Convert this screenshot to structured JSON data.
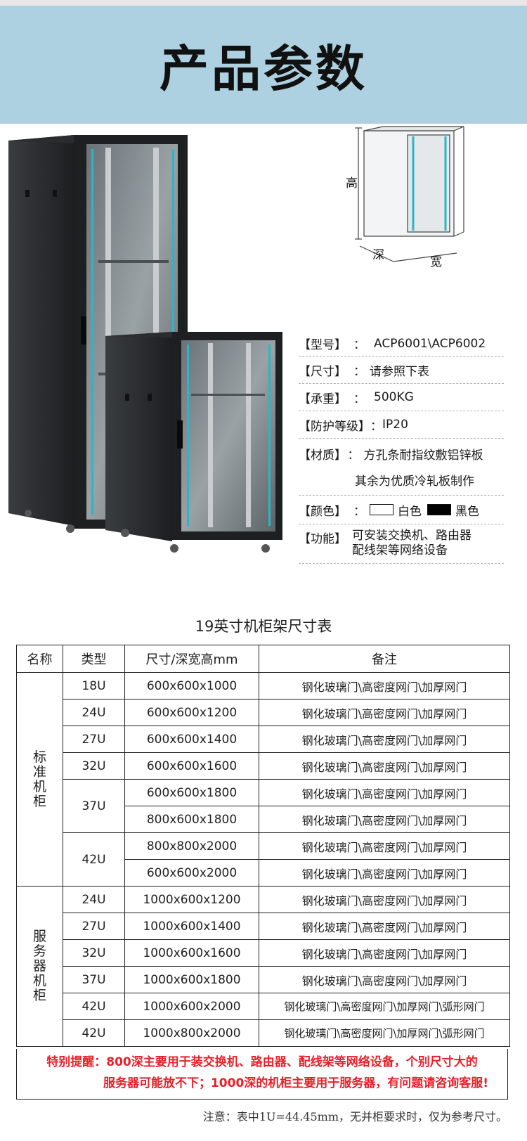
{
  "header": {
    "title": "产品参数"
  },
  "diagram": {
    "height_label": "高",
    "depth_label": "深",
    "width_label": "宽"
  },
  "specs": [
    {
      "key": "【型号】",
      "sep": "：",
      "value": "ACP6001\\ACP6002"
    },
    {
      "key": "【尺寸】",
      "sep": "：",
      "value": "请参照下表"
    },
    {
      "key": "【承重】",
      "sep": "：",
      "value": "500KG"
    },
    {
      "key": "【防护等级】",
      "sep": "：",
      "value": "IP20"
    },
    {
      "key": "【材质】",
      "sep": "：",
      "value": "方孔条耐指纹敷铝锌板",
      "value2": "其余为优质冷轧板制作"
    },
    {
      "key": "【颜色】",
      "sep": "：",
      "white": "白色",
      "black": "黑色"
    },
    {
      "key": "【功能】",
      "value": "可安装交换机、路由器",
      "value2": "配线架等网络设备"
    }
  ],
  "table": {
    "title": "19英寸机柜架尺寸表",
    "headers": [
      "名称",
      "类型",
      "尺寸/深宽高mm",
      "备注"
    ],
    "groups": [
      {
        "name": [
          "标",
          "准",
          "机",
          "柜"
        ],
        "types": [
          {
            "type": "18U",
            "rows": [
              {
                "size": "600x600x1000",
                "note": "钢化玻璃门\\高密度网门\\加厚网门"
              }
            ]
          },
          {
            "type": "24U",
            "rows": [
              {
                "size": "600x600x1200",
                "note": "钢化玻璃门\\高密度网门\\加厚网门"
              }
            ]
          },
          {
            "type": "27U",
            "rows": [
              {
                "size": "600x600x1400",
                "note": "钢化玻璃门\\高密度网门\\加厚网门"
              }
            ]
          },
          {
            "type": "32U",
            "rows": [
              {
                "size": "600x600x1600",
                "note": "钢化玻璃门\\高密度网门\\加厚网门"
              }
            ]
          },
          {
            "type": "37U",
            "rows": [
              {
                "size": "600x600x1800",
                "note": "钢化玻璃门\\高密度网门\\加厚网门"
              },
              {
                "size": "800x600x1800",
                "note": "钢化玻璃门\\高密度网门\\加厚网门"
              }
            ]
          },
          {
            "type": "42U",
            "rows": [
              {
                "size": "800x800x2000",
                "note": "钢化玻璃门\\高密度网门\\加厚网门"
              },
              {
                "size": "600x600x2000",
                "note": "钢化玻璃门\\高密度网门\\加厚网门"
              }
            ]
          }
        ]
      },
      {
        "name": [
          "服",
          "务",
          "器",
          "机",
          "柜"
        ],
        "types": [
          {
            "type": "24U",
            "rows": [
              {
                "size": "1000x600x1200",
                "note": "钢化玻璃门\\高密度网门\\加厚网门"
              }
            ]
          },
          {
            "type": "27U",
            "rows": [
              {
                "size": "1000x600x1400",
                "note": "钢化玻璃门\\高密度网门\\加厚网门"
              }
            ]
          },
          {
            "type": "32U",
            "rows": [
              {
                "size": "1000x600x1600",
                "note": "钢化玻璃门\\高密度网门\\加厚网门"
              }
            ]
          },
          {
            "type": "37U",
            "rows": [
              {
                "size": "1000x600x1800",
                "note": "钢化玻璃门\\高密度网门\\加厚网门"
              }
            ]
          },
          {
            "type": "42U",
            "rows": [
              {
                "size": "1000x600x2000",
                "note": "钢化玻璃门\\高密度网门\\加厚网门\\弧形网门"
              }
            ]
          },
          {
            "type": "42U",
            "rows": [
              {
                "size": "1000x800x2000",
                "note": "钢化玻璃门\\高密度网门\\加厚网门\\弧形网门"
              }
            ]
          }
        ]
      }
    ]
  },
  "warning": {
    "line1": "特别提醒：800深主要用于装交换机、路由器、配线架等网络设备，个别尺寸大的",
    "line2": "服务器可能放不下；1000深的机柜主要用于服务器，有问题请咨询客服!"
  },
  "footnote": "注意：表中1U=44.45mm，无并柜要求时，仅为参考尺寸。",
  "colors": {
    "header_bg": "#add1e0",
    "warning_text": "#e8202a",
    "glass_edge": "#29b6c8"
  }
}
